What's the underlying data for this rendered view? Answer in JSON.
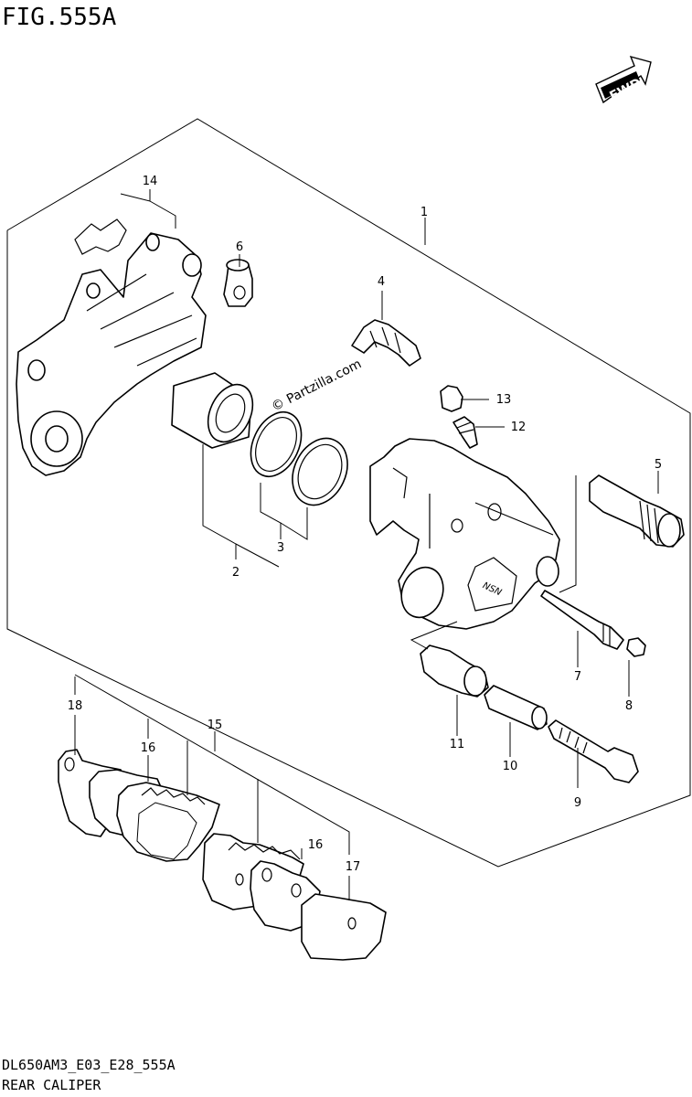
{
  "header": {
    "figure_label": "FIG.555A"
  },
  "fwd_badge": {
    "text": "FWD"
  },
  "watermark": {
    "text": "© Partzilla.com"
  },
  "callouts": {
    "c1": "1",
    "c2": "2",
    "c3": "3",
    "c4": "4",
    "c5": "5",
    "c6": "6",
    "c7": "7",
    "c8": "8",
    "c9": "9",
    "c10": "10",
    "c11": "11",
    "c12": "12",
    "c13": "13",
    "c14": "14",
    "c15": "15",
    "c16a": "16",
    "c16b": "16",
    "c17": "17",
    "c18": "18"
  },
  "footer": {
    "code": "DL650AM3_E03_E28_555A",
    "title": "REAR CALIPER"
  }
}
